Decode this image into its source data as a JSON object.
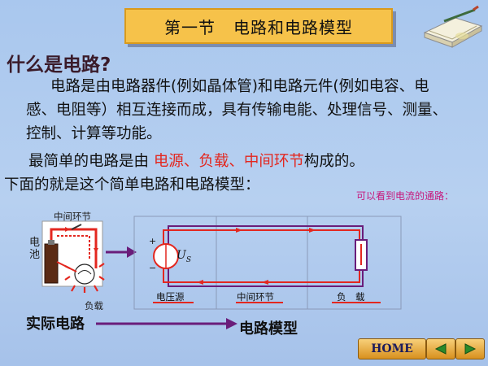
{
  "title": {
    "part1": "第一节",
    "part2": "电路和电路模型"
  },
  "question": "什么是电路?",
  "paragraph": "电路是由电路器件(例如晶体管)和电路元件(例如电容、电感、电阻等）相互连接而成，具有传输电能、处理信号、测量、控制、计算等功能。",
  "line2": {
    "prefix": "最简单的电路是由 ",
    "highlight": "电源、负载、中间环节",
    "suffix": "构成的。"
  },
  "line3": "下面的就是这个简单电路和电路模型：",
  "note": "可以看到电流的通路：",
  "actual_circuit": {
    "middle_label": "中间环节",
    "battery_label_1": "电",
    "battery_label_2": "池",
    "load_label": "负载",
    "caption": "实际电路"
  },
  "model": {
    "source_label": "电压源",
    "middle_label": "中间环节",
    "load_label": "负　载",
    "source_symbol": "U",
    "source_subscript": "S",
    "plus": "+",
    "minus": "−",
    "caption": "电路模型"
  },
  "nav": {
    "home_label": "HOME"
  },
  "colors": {
    "title_bg": "#f6c24a",
    "highlight": "#e3271f",
    "note": "#c6187c",
    "current": "#e3271f",
    "wire": "#6a1d7a"
  },
  "icons": [
    "book-icon",
    "prev-arrow-icon",
    "next-arrow-icon",
    "right-arrow-icon"
  ]
}
